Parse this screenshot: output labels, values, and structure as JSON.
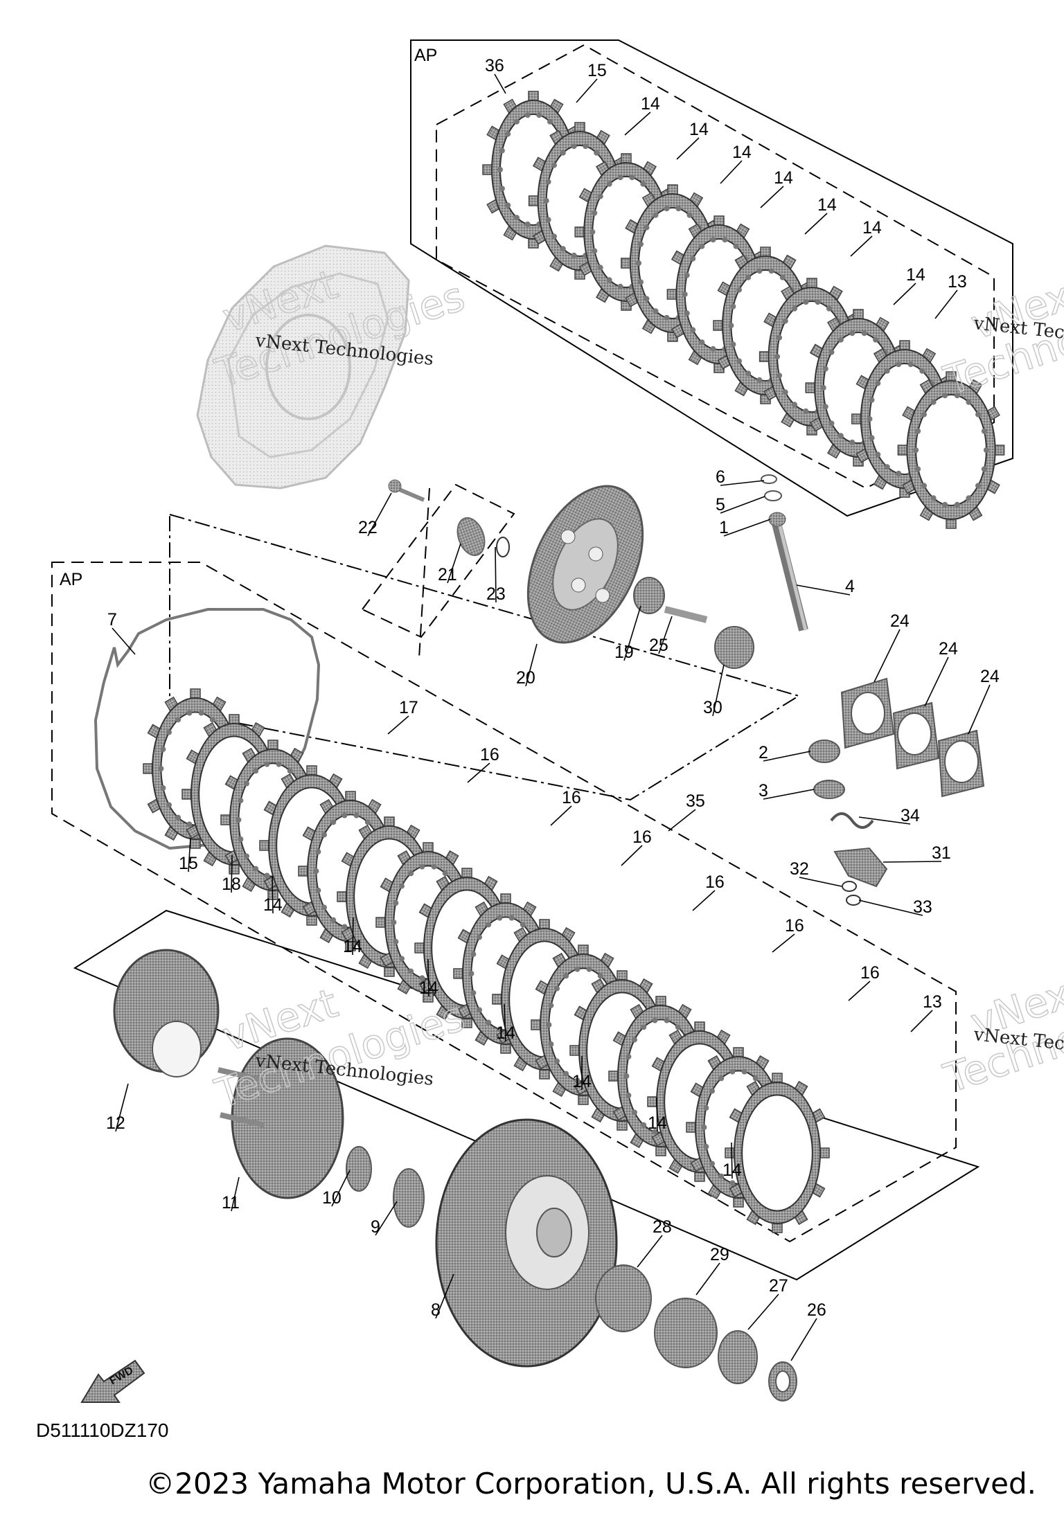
{
  "diagram": {
    "group_labels": [
      "AP",
      "AP"
    ],
    "callouts": [
      "1",
      "2",
      "3",
      "4",
      "5",
      "6",
      "7",
      "8",
      "9",
      "10",
      "11",
      "12",
      "13",
      "14",
      "15",
      "16",
      "17",
      "18",
      "19",
      "20",
      "21",
      "22",
      "23",
      "24",
      "25",
      "26",
      "27",
      "28",
      "29",
      "30",
      "31",
      "32",
      "33",
      "34",
      "35",
      "36"
    ],
    "watermark_name": "vNext Technologies",
    "watermark_big_top": "vNext",
    "watermark_big_bottom": "Technologies",
    "fwd_label": "FWD"
  },
  "footer": {
    "diagram_code": "D511110DZ170",
    "copyright": "©2023 Yamaha Motor Corporation, U.S.A. All rights reserved."
  }
}
